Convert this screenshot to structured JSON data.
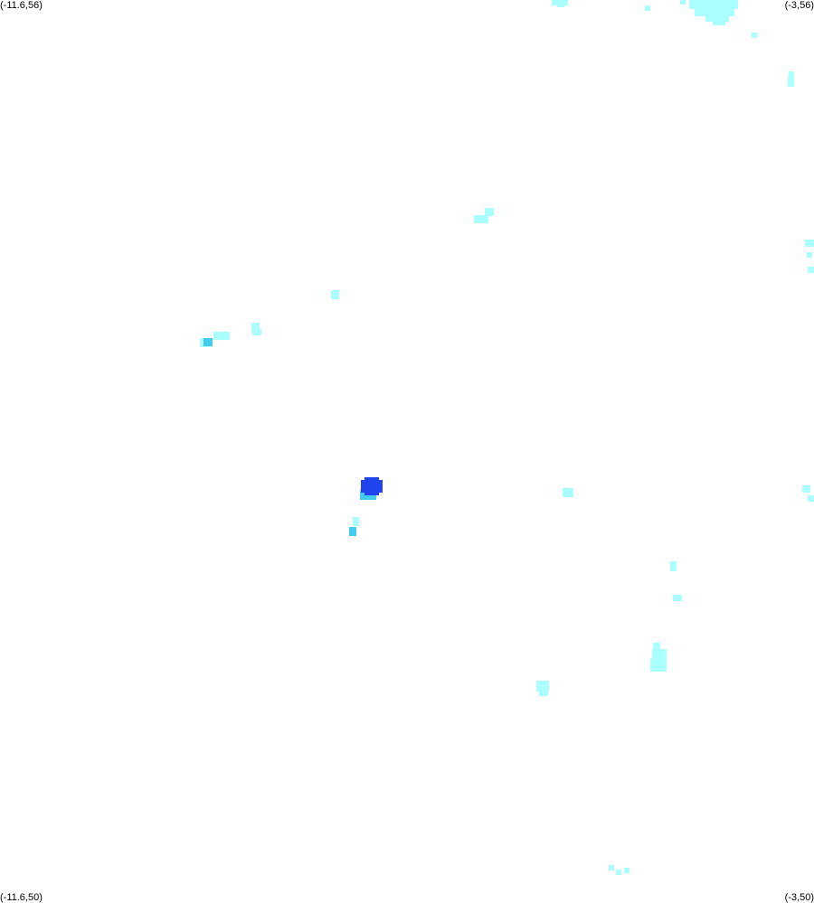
{
  "map": {
    "corners": {
      "top_left": "(-11.6,56)",
      "top_right": "(-3,56)",
      "bottom_left": "(-11.6,50)",
      "bottom_right": "(-3,50)"
    },
    "extent": {
      "lon_min": -11.6,
      "lon_max": -3,
      "lat_min": 50,
      "lat_max": 56
    },
    "background_color": "#ffffff",
    "palette": {
      "low": "#aaffff",
      "mid": "#44ccee",
      "high": "#2244ee"
    },
    "clusters": [
      {
        "lon": -5.4,
        "lat": 55.98,
        "level": "low"
      },
      {
        "lon": -5.15,
        "lat": 55.99,
        "level": "low"
      },
      {
        "lon": -3.64,
        "lat": 55.5,
        "level": "low"
      },
      {
        "lon": -6.4,
        "lat": 54.57,
        "level": "low"
      },
      {
        "lon": -3.08,
        "lat": 54.35,
        "level": "low"
      },
      {
        "lon": -8.05,
        "lat": 54.05,
        "level": "low"
      },
      {
        "lon": -8.89,
        "lat": 53.83,
        "level": "low"
      },
      {
        "lon": -9.35,
        "lat": 53.77,
        "level": "low"
      },
      {
        "lon": -9.43,
        "lat": 53.72,
        "level": "mid"
      },
      {
        "lon": -7.68,
        "lat": 52.73,
        "level": "high"
      },
      {
        "lon": -7.86,
        "lat": 52.46,
        "level": "mid"
      },
      {
        "lon": -5.6,
        "lat": 52.73,
        "level": "low"
      },
      {
        "lon": -3.06,
        "lat": 52.73,
        "level": "low"
      },
      {
        "lon": -4.5,
        "lat": 52.05,
        "level": "low"
      },
      {
        "lon": -4.6,
        "lat": 51.6,
        "level": "low"
      },
      {
        "lon": -5.88,
        "lat": 51.44,
        "level": "low"
      },
      {
        "lon": -5.09,
        "lat": 50.19,
        "level": "low"
      }
    ]
  }
}
